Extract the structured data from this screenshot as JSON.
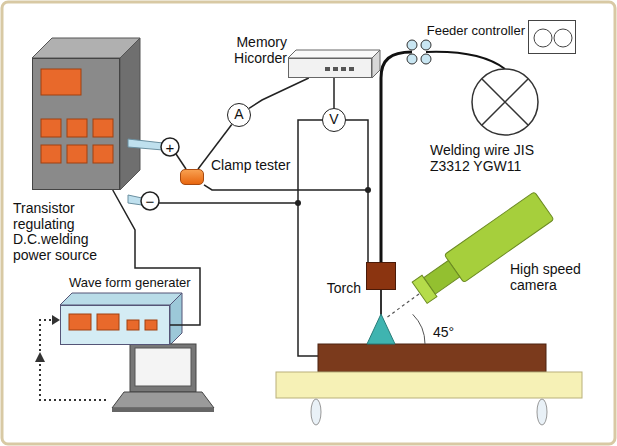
{
  "diagram": {
    "nodes": [
      {
        "text": [
          "Transistor regulating D.C.welding power source"
        ]
      },
      {
        "text": [
          "Memory Hicorder"
        ]
      },
      {
        "text": [
          "Feeder controller"
        ]
      },
      {
        "text": [
          "A"
        ]
      },
      {
        "text": [
          "Clamp tester"
        ]
      },
      {
        "text": [
          "V"
        ]
      },
      {
        "text": [
          "Torch"
        ]
      },
      {
        "text": [
          "High speed camera"
        ]
      },
      {
        "text": [
          "Wave form generater"
        ]
      }
    ],
    "edges": [
      {
        "from": 0,
        "to": 8,
        "arrow": "none"
      },
      {
        "from": 4,
        "to": 3,
        "arrow": "none"
      },
      {
        "from": 3,
        "to": 1,
        "arrow": "none"
      },
      {
        "from": 5,
        "to": 1,
        "arrow": "none"
      },
      {
        "from": 4,
        "to": 6,
        "arrow": "none"
      }
    ],
    "labels": [
      "+",
      "−",
      "Welding wire JIS Z3312 YGW11",
      "45°"
    ]
  }
}
